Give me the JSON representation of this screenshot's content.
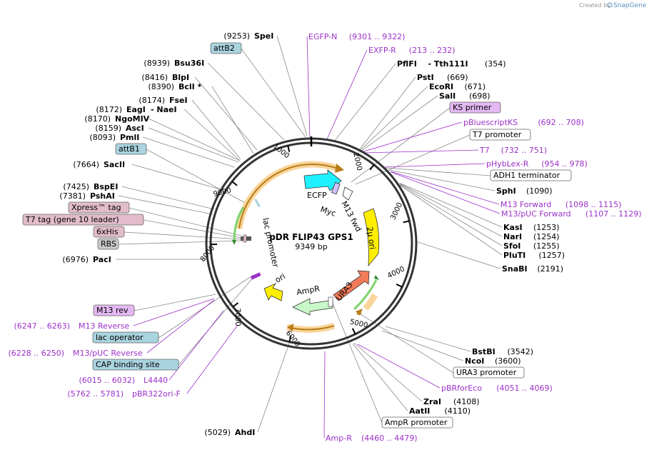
{
  "credit": {
    "created_by": "Created by",
    "brand": "SnapGene"
  },
  "map": {
    "name": "pDR FLIP43 GPS1",
    "length": "9349 bp"
  },
  "ticks": [
    {
      "label": "1000",
      "pos": 1000
    },
    {
      "label": "2000",
      "pos": 2000
    },
    {
      "label": "3000",
      "pos": 3000
    },
    {
      "label": "4000",
      "pos": 4000
    },
    {
      "label": "5000",
      "pos": 5000
    },
    {
      "label": "6000",
      "pos": 6000
    },
    {
      "label": "7000",
      "pos": 7000
    },
    {
      "label": "8000",
      "pos": 8000
    },
    {
      "label": "9000",
      "pos": 9000
    }
  ],
  "features": [
    {
      "name": "ECFP",
      "color": "#1ff0ff"
    },
    {
      "name": "Myc",
      "color": "#b0b0b0"
    },
    {
      "name": "M13 fwd",
      "color": "#ffffff"
    },
    {
      "name": "2μ ori",
      "color": "#ffee00"
    },
    {
      "name": "URA3",
      "color": "#f47b5a"
    },
    {
      "name": "AmpR",
      "color": "#c8f7c8"
    },
    {
      "name": "ori",
      "color": "#ffee00"
    },
    {
      "name": "lac promoter",
      "color": "#ffffff"
    }
  ],
  "labels": [
    {
      "pos": 9253,
      "name": "SpeI",
      "kind": "enzyme",
      "num": "(9253)"
    },
    {
      "name": "attB2",
      "kind": "box",
      "color": "#a9d3df"
    },
    {
      "pos": 8939,
      "name": "Bsu36I",
      "kind": "enzyme",
      "num": "(8939)"
    },
    {
      "pos": 8416,
      "name": "BlpI",
      "kind": "enzyme",
      "num": "(8416)"
    },
    {
      "pos": 8390,
      "name": "BclI *",
      "kind": "enzyme",
      "num": "(8390)"
    },
    {
      "pos": 8174,
      "name": "FseI",
      "kind": "enzyme",
      "num": "(8174)"
    },
    {
      "pos": 8172,
      "name": "EagI",
      "kind": "enzyme",
      "num": "(8172)",
      "extra": "- NaeI"
    },
    {
      "pos": 8170,
      "name": "NgoMIV",
      "kind": "enzyme",
      "num": "(8170)"
    },
    {
      "pos": 8159,
      "name": "AscI",
      "kind": "enzyme",
      "num": "(8159)"
    },
    {
      "pos": 8093,
      "name": "PmlI",
      "kind": "enzyme",
      "num": "(8093)"
    },
    {
      "name": "attB1",
      "kind": "box",
      "color": "#a9d3df"
    },
    {
      "pos": 7664,
      "name": "SacII",
      "kind": "enzyme",
      "num": "(7664)"
    },
    {
      "pos": 7425,
      "name": "BspEI",
      "kind": "enzyme",
      "num": "(7425)"
    },
    {
      "pos": 7381,
      "name": "PshAI",
      "kind": "enzyme",
      "num": "(7381)"
    },
    {
      "name": "Xpress™ tag",
      "kind": "box",
      "color": "#e2bccb"
    },
    {
      "name": "T7 tag (gene 10 leader)",
      "kind": "box",
      "color": "#e2bccb"
    },
    {
      "name": "6xHis",
      "kind": "box",
      "color": "#e2bccb"
    },
    {
      "name": "RBS",
      "kind": "box",
      "color": "#c8c8c8"
    },
    {
      "pos": 6976,
      "name": "PacI",
      "kind": "enzyme",
      "num": "(6976)"
    },
    {
      "name": "M13 rev",
      "kind": "box",
      "color": "#e3b8f2"
    },
    {
      "name": "M13 Reverse",
      "kind": "primer",
      "num": "(6247 .. 6263)"
    },
    {
      "name": "lac operator",
      "kind": "box",
      "color": "#a9d3df"
    },
    {
      "name": "M13/pUC Reverse",
      "kind": "primer",
      "num": "(6228 .. 6250)"
    },
    {
      "name": "CAP binding site",
      "kind": "box",
      "color": "#a9d3df"
    },
    {
      "name": "L4440",
      "kind": "primer",
      "num": "(6015 .. 6032)"
    },
    {
      "name": "pBR322ori-F",
      "kind": "primer",
      "num": "(5762 .. 5781)"
    },
    {
      "pos": 5029,
      "name": "AhdI",
      "kind": "enzyme",
      "num": "(5029)"
    },
    {
      "name": "EGFP-N",
      "kind": "primer",
      "num": "(9301 .. 9322)"
    },
    {
      "name": "EXFP-R",
      "kind": "primer",
      "num": "(213 .. 232)"
    },
    {
      "pos": 354,
      "name": "PflFI",
      "kind": "enzyme",
      "num": "(354)",
      "extra": "- Tth111I"
    },
    {
      "pos": 669,
      "name": "PstI",
      "kind": "enzyme",
      "num": "(669)"
    },
    {
      "pos": 671,
      "name": "EcoRI",
      "kind": "enzyme",
      "num": "(671)"
    },
    {
      "pos": 698,
      "name": "SalI",
      "kind": "enzyme",
      "num": "(698)"
    },
    {
      "name": "KS primer",
      "kind": "box",
      "color": "#e3b8f2"
    },
    {
      "name": "pBluescriptKS",
      "kind": "primer",
      "num": "(692 .. 708)"
    },
    {
      "name": "T7 promoter",
      "kind": "box",
      "color": "#ffffff"
    },
    {
      "name": "T7",
      "kind": "primer",
      "num": "(732 .. 751)"
    },
    {
      "name": "pHybLex-R",
      "kind": "primer",
      "num": "(954 .. 978)"
    },
    {
      "name": "ADH1 terminator",
      "kind": "box",
      "color": "#ffffff"
    },
    {
      "pos": 1090,
      "name": "SphI",
      "kind": "enzyme",
      "num": "(1090)"
    },
    {
      "name": "M13 Forward",
      "kind": "primer",
      "num": "(1098 .. 1115)"
    },
    {
      "name": "M13/pUC Forward",
      "kind": "primer",
      "num": "(1107 .. 1129)"
    },
    {
      "pos": 1253,
      "name": "KasI",
      "kind": "enzyme",
      "num": "(1253)"
    },
    {
      "pos": 1254,
      "name": "NarI",
      "kind": "enzyme",
      "num": "(1254)"
    },
    {
      "pos": 1255,
      "name": "SfoI",
      "kind": "enzyme",
      "num": "(1255)"
    },
    {
      "pos": 1257,
      "name": "PluTI",
      "kind": "enzyme",
      "num": "(1257)"
    },
    {
      "pos": 2191,
      "name": "SnaBI",
      "kind": "enzyme",
      "num": "(2191)"
    },
    {
      "pos": 3542,
      "name": "BstBI",
      "kind": "enzyme",
      "num": "(3542)"
    },
    {
      "pos": 3600,
      "name": "NcoI",
      "kind": "enzyme",
      "num": "(3600)"
    },
    {
      "name": "URA3 promoter",
      "kind": "box",
      "color": "#ffffff"
    },
    {
      "name": "pBRforEco",
      "kind": "primer",
      "num": "(4051 .. 4069)"
    },
    {
      "pos": 4108,
      "name": "ZraI",
      "kind": "enzyme",
      "num": "(4108)"
    },
    {
      "pos": 4110,
      "name": "AatII",
      "kind": "enzyme",
      "num": "(4110)"
    },
    {
      "name": "AmpR promoter",
      "kind": "box",
      "color": "#ffffff"
    },
    {
      "name": "Amp-R",
      "kind": "primer",
      "num": "(4460 .. 4479)"
    }
  ]
}
